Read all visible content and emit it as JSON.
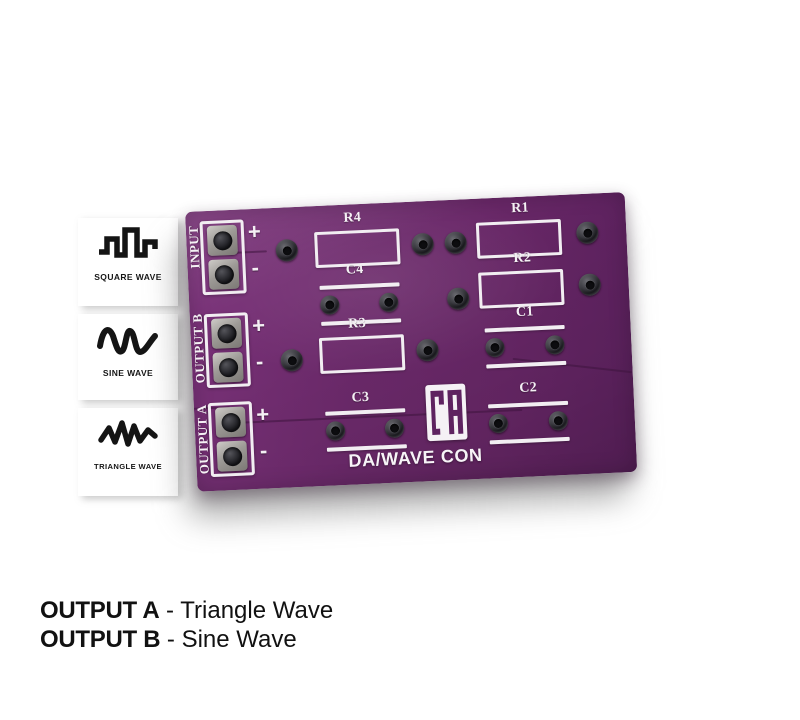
{
  "page": {
    "background_color": "#ffffff",
    "board_color": "#6d2a6c",
    "silkscreen_color": "#f2eef2",
    "pad_color": "#1b1b20"
  },
  "legend": {
    "items": [
      {
        "icon": "square-wave-icon",
        "label": "SQUARE WAVE"
      },
      {
        "icon": "sine-wave-icon",
        "label": "SINE WAVE"
      },
      {
        "icon": "triangle-wave-icon",
        "label": "TRIANGLE WAVE"
      }
    ]
  },
  "board": {
    "brand": "DA/WAVE CON",
    "logo": "da-logo",
    "terminals": [
      {
        "name": "input",
        "label": "INPUT",
        "plus": "+",
        "minus": "-"
      },
      {
        "name": "output-b",
        "label": "OUTPUT B",
        "plus": "+",
        "minus": "-"
      },
      {
        "name": "output-a",
        "label": "OUTPUT A",
        "plus": "+",
        "minus": "-"
      }
    ],
    "components": [
      {
        "ref": "R4",
        "type": "resistor"
      },
      {
        "ref": "R1",
        "type": "resistor"
      },
      {
        "ref": "C4",
        "type": "capacitor"
      },
      {
        "ref": "R2",
        "type": "resistor"
      },
      {
        "ref": "R3",
        "type": "resistor"
      },
      {
        "ref": "C1",
        "type": "capacitor"
      },
      {
        "ref": "C3",
        "type": "capacitor"
      },
      {
        "ref": "C2",
        "type": "capacitor"
      }
    ]
  },
  "caption": {
    "lines": [
      {
        "strong": "OUTPUT A",
        "rest": " - Triangle Wave"
      },
      {
        "strong": "OUTPUT B",
        "rest": " - Sine Wave"
      }
    ]
  }
}
